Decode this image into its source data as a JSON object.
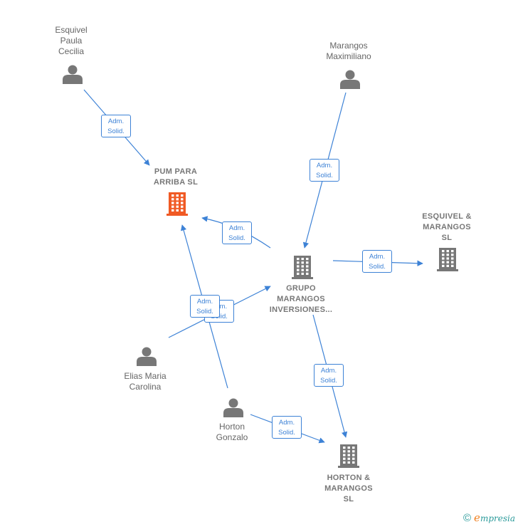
{
  "nodes": [
    {
      "id": "esquivel_paula",
      "type": "person",
      "label": "Esquivel\nPaula\nCecilia"
    },
    {
      "id": "marangos_max",
      "type": "person",
      "label": "Marangos\nMaximiliano"
    },
    {
      "id": "pum_para_arriba",
      "type": "company",
      "highlight": true,
      "label": "PUM PARA\nARRIBA  SL"
    },
    {
      "id": "esquivel_marangos",
      "type": "company",
      "label": "ESQUIVEL &\nMARANGOS\nSL"
    },
    {
      "id": "grupo_marangos",
      "type": "company",
      "label": "GRUPO\nMARANGOS\nINVERSIONES..."
    },
    {
      "id": "elias_maria",
      "type": "person",
      "label": "Elias Maria\nCarolina"
    },
    {
      "id": "horton_gonzalo",
      "type": "person",
      "label": "Horton\nGonzalo"
    },
    {
      "id": "horton_marangos",
      "type": "company",
      "label": "HORTON &\nMARANGOS\nSL"
    }
  ],
  "relations": [
    {
      "id": "r1",
      "line1": "Adm.",
      "line2": "Solid.",
      "from": "esquivel_paula",
      "to": "pum_para_arriba"
    },
    {
      "id": "r2",
      "line1": "Adm.",
      "line2": "Solid.",
      "from": "marangos_max",
      "to": "grupo_marangos"
    },
    {
      "id": "r3",
      "line1": "Adm.",
      "line2": "Solid.",
      "from": "grupo_marangos",
      "to": "pum_para_arriba"
    },
    {
      "id": "r4",
      "line1": "Adm.",
      "line2": "Solid.",
      "from": "grupo_marangos",
      "to": "esquivel_marangos"
    },
    {
      "id": "r5",
      "line1": "Adm.",
      "line2": "Solid.",
      "from": "elias_maria",
      "to": "grupo_marangos"
    },
    {
      "id": "r6",
      "line1": "Adm.",
      "line2": "Solid.",
      "from": "horton_gonzalo",
      "to": "pum_para_arriba"
    },
    {
      "id": "r7",
      "line1": "Adm.",
      "line2": "Solid.",
      "from": "grupo_marangos",
      "to": "horton_marangos"
    },
    {
      "id": "r8",
      "line1": "Adm.",
      "line2": "Solid.",
      "from": "horton_gonzalo",
      "to": "horton_marangos"
    }
  ],
  "footer": {
    "copyright": "©",
    "brand_initial": "e",
    "brand_rest": "mpresia"
  },
  "colors": {
    "edge": "#3d82d6",
    "person_icon": "#777777",
    "company_icon": "#777777",
    "highlight_icon": "#f05a24"
  }
}
